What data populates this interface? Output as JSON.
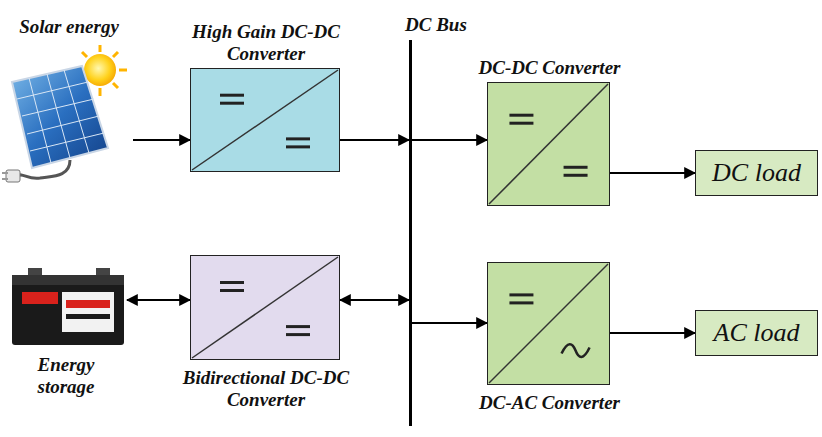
{
  "diagram": {
    "nodes": [
      {
        "text": [
          "Solar energy"
        ]
      },
      {
        "text": [
          "High Gain DC-DC Converter"
        ]
      },
      {
        "text": [
          "DC Bus"
        ]
      },
      {
        "text": [
          "DC-DC Converter"
        ]
      },
      {
        "text": [
          "DC load"
        ]
      },
      {
        "text": [
          "Energy storage"
        ]
      },
      {
        "text": [
          "Bidirectional DC-DC Converter"
        ]
      },
      {
        "text": [
          "DC-AC Converter"
        ]
      },
      {
        "text": [
          "AC load"
        ]
      }
    ],
    "edges": [
      {
        "from": 0,
        "to": 1,
        "arrow": "to"
      },
      {
        "from": 1,
        "to": 2,
        "arrow": "to"
      },
      {
        "from": 2,
        "to": 3,
        "arrow": "to"
      },
      {
        "from": 3,
        "to": 4,
        "arrow": "to"
      },
      {
        "from": 5,
        "to": 6,
        "arrow": "both"
      },
      {
        "from": 6,
        "to": 2,
        "arrow": "both"
      },
      {
        "from": 2,
        "to": 7,
        "arrow": "to"
      },
      {
        "from": 7,
        "to": 8,
        "arrow": "to"
      }
    ]
  }
}
